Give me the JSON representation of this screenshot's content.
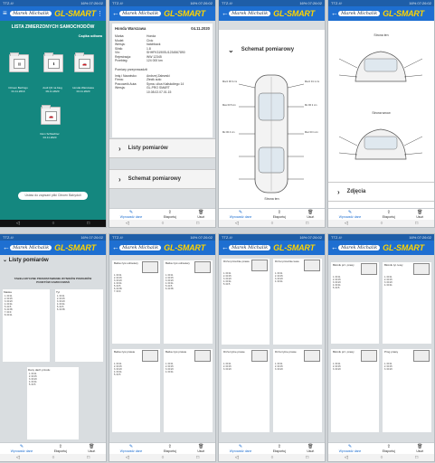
{
  "status": {
    "left": "TTZ.4↑",
    "right": "16% 07:26:02"
  },
  "appbar": {
    "brand": "GL-SMART",
    "signature": "Marek Michalik"
  },
  "nav": {
    "active": "Wprowadź dane",
    "share": "Eksportuj",
    "delete": "Usuń"
  },
  "screen1": {
    "title": "LISTA ZMIERZONYCH SAMOCHODÓW",
    "sort": "Czątka odłowa",
    "folders": [
      {
        "label": "Citroen Berlingo 01.11.2019",
        "icon": "file"
      },
      {
        "label": "Audi Q3 na bieg 09.11.2020",
        "icon": "download"
      },
      {
        "label": "Honda Warszawa 04.11.2020",
        "icon": "car"
      },
      {
        "label": "Dom Schlachter 04.11.2020",
        "icon": "car"
      }
    ],
    "button": "Ustaw do zapisani pliki Citroen Babyduli"
  },
  "screen2": {
    "title": "Honda Warszawa",
    "date": "04.11.2020",
    "fields": [
      [
        "Marka:",
        "Honda"
      ],
      [
        "Model:",
        "Civic"
      ],
      [
        "Wersja:",
        "hatchback"
      ],
      [
        "Silnik:",
        "1.8"
      ],
      [
        "Vin:",
        "SHHFK3190SU1234567890"
      ],
      [
        "Rejestracja:",
        "WW 12345"
      ],
      [
        "Przebieg:",
        "124 000 km"
      ]
    ],
    "podpisTitle": "Pomiary przeprowadził:",
    "sign": [
      [
        "Imię i Nazwisko:",
        "Andrzej Zalewski"
      ],
      [
        "Firma:",
        "Zlecik auto"
      ],
      [
        "Pracownik Auta:",
        "Syma. ulica Kaliskoliego 14"
      ],
      [
        "Wersja:",
        "GL-PRO SMART"
      ],
      [
        "",
        "10.08.02.07.01.15"
      ]
    ],
    "sections": [
      "Listy pomiarów",
      "Schemat pomiarowy"
    ]
  },
  "screen3": {
    "heading": "Schemat pomiarowy",
    "footer": "Strona ten",
    "labels": [
      "Mocz 00 3 cm",
      "Max 00 5 cm",
      "Mx 00 4 cm",
      "Mocz 01 1 cm",
      "Mx 00 2 cm",
      "Moc 00 1 cm"
    ]
  },
  "screen4": {
    "top": "Strona ten",
    "mid": "Strona wnow",
    "section": "Zdjęcia"
  },
  "screen5": {
    "heading": "Listy pomiarów",
    "sub": "TABELARYCZNE PRZEDSTAWIENIE WYNIKÓW POMIARÓW PUNKTÓW ZAMOCOWAŃ",
    "plots": [
      "Maska",
      "Tył",
      "Dany dach przodu"
    ],
    "values": [
      "1. 00 11",
      "2. 00 15",
      "3. 00 23",
      "4. 00 41",
      "5. 00 5",
      "6. 00 35",
      "7. 00 9",
      "8. 00 11"
    ]
  },
  "screen6": {
    "cards": [
      "Bełka żyw odnieśwy",
      "Bełka żyw odnieśwy",
      "Bełka żyw prawie",
      "Bełka żyw prawie"
    ],
    "values": [
      "1. 00 11",
      "2. 00 15",
      "3. 00 23",
      "4. 00 41",
      "5. 00 5",
      "6. 00 35",
      "7. 00 9"
    ]
  },
  "screen7": {
    "cards": [
      "Drzwi przednie prawe",
      "Drzwi przednie lewe",
      "Drzwi tylne prawe",
      "Drzwi tylne prawe"
    ],
    "values": [
      "1. 00 11",
      "2. 00 15",
      "3. 00 23",
      "4. 00 41",
      "5. 00 5"
    ]
  },
  "screen8": {
    "cards": [
      "Błotnik prz. prawy",
      "Błotnik tyl. lewy",
      "Błotnik prz. prawy",
      "Próg prawy"
    ],
    "values": [
      "1. 00 11",
      "2. 00 15",
      "3. 00 23",
      "4. 00 41",
      "5. 00 5"
    ]
  }
}
